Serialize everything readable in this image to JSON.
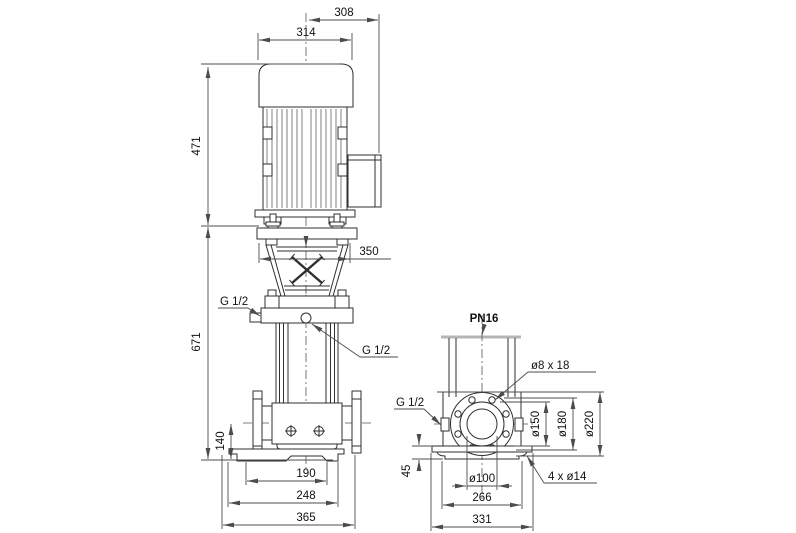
{
  "front_view": {
    "dim_depth_total": "308",
    "dim_motor_width": "314",
    "dim_motor_height": "471",
    "dim_pump_height": "671",
    "dim_port_height": "140",
    "dim_stool_width": "350",
    "dim_base_feet_span": "190",
    "dim_base_plate_width": "248",
    "dim_overall_width": "365",
    "label_gauge_port_left": "G 1/2",
    "label_drain_port": "G 1/2"
  },
  "end_view": {
    "label_flange_rating": "PN16",
    "label_flange_bolt_holes": "ø8 x 18",
    "dim_raised_face": "ø150",
    "dim_bolt_circle": "ø180",
    "dim_flange_od": "ø220",
    "dim_bore": "ø100",
    "dim_base_hole_span": "266",
    "dim_base_width": "331",
    "dim_base_height": "45",
    "label_base_holes": "4 x ø14",
    "label_gauge_port": "G 1/2"
  }
}
